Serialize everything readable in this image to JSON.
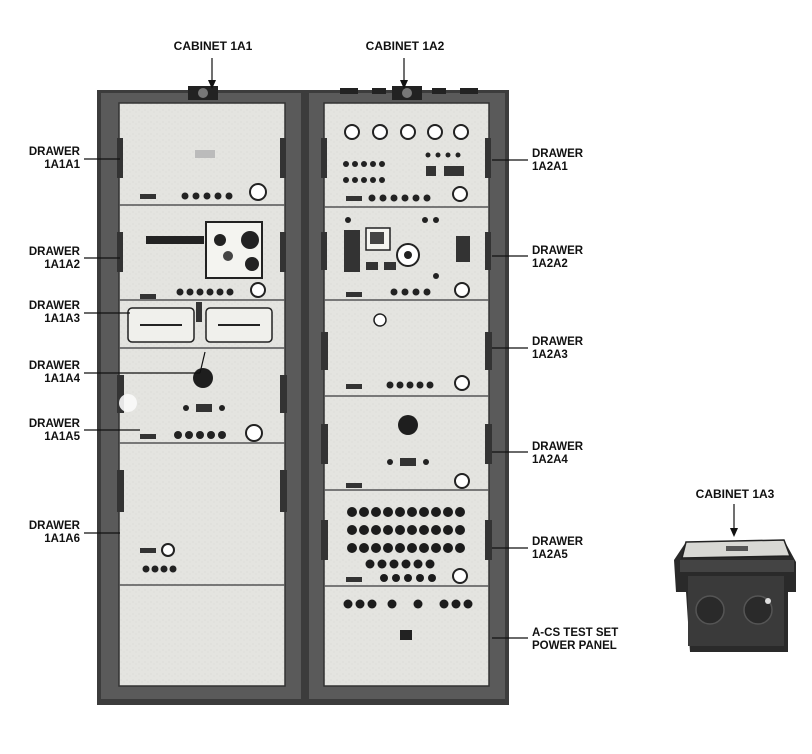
{
  "labels": {
    "cabinet_1a1": "CABINET 1A1",
    "cabinet_1a2": "CABINET 1A2",
    "cabinet_1a3": "CABINET 1A3",
    "drawer_1a1a1": [
      "DRAWER",
      "1A1A1"
    ],
    "drawer_1a1a2": [
      "DRAWER",
      "1A1A2"
    ],
    "drawer_1a1a3": [
      "DRAWER",
      "1A1A3"
    ],
    "drawer_1a1a4": [
      "DRAWER",
      "1A1A4"
    ],
    "drawer_1a1a5": [
      "DRAWER",
      "1A1A5"
    ],
    "drawer_1a1a6": [
      "DRAWER",
      "1A1A6"
    ],
    "drawer_1a2a1": [
      "DRAWER",
      "1A2A1"
    ],
    "drawer_1a2a2": [
      "DRAWER",
      "1A2A2"
    ],
    "drawer_1a2a3": [
      "DRAWER",
      "1A2A3"
    ],
    "drawer_1a2a4": [
      "DRAWER",
      "1A2A4"
    ],
    "drawer_1a2a5": [
      "DRAWER",
      "1A2A5"
    ],
    "power_panel": [
      "A-CS TEST SET",
      "POWER PANEL"
    ]
  },
  "colors": {
    "ink": "#111111",
    "cabinet_frame": "#3a3a3a",
    "panel_face": "#e6e6e2",
    "paper": "#ffffff"
  }
}
